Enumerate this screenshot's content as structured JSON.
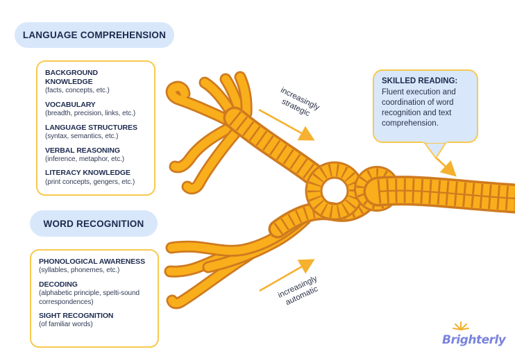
{
  "language_comprehension": {
    "badge_label": "LANGUAGE COMPREHENSION",
    "items": [
      {
        "title": "BACKGROUND KNOWLEDGE",
        "detail": "(facts, concepts, etc.)"
      },
      {
        "title": "VOCABULARY",
        "detail": "(breadth, precision, links, etc.)"
      },
      {
        "title": "LANGUAGE STRUCTURES",
        "detail": "(syntax, semantics, etc.)"
      },
      {
        "title": "VERBAL REASONING",
        "detail": "(inference, metaphor, etc.)"
      },
      {
        "title": "LITERACY KNOWLEDGE",
        "detail": "(print concepts, gengers, etc.)"
      }
    ]
  },
  "word_recognition": {
    "badge_label": "WORD RECOGNITION",
    "items": [
      {
        "title": "PHONOLOGICAL AWARENESS",
        "detail": "(syllables, phonemes, etc.)"
      },
      {
        "title": "DECODING",
        "detail": "(alphabetic principle, spelti-sound correspondences)"
      },
      {
        "title": "SIGHT RECOGNITION",
        "detail": "(of familiar words)"
      }
    ]
  },
  "skilled_reading": {
    "title": "SKILLED READING:",
    "description": "Fluent execution and coordination of word recognition and text comprehension."
  },
  "rope_labels": {
    "strategic_line1": "increasingly",
    "strategic_line2": "strategic",
    "automatic_line1": "increasingly",
    "automatic_line2": "automatic"
  },
  "logo": {
    "text": "Brighterly",
    "icon": "sun-rays-icon"
  },
  "colors": {
    "badge_bg": "#d9e7fb",
    "navy_text": "#1b2a4c",
    "box_border_yellow": "#f8c94e",
    "rope_fill": "#f9ae1b",
    "rope_outline": "#ce7a1f",
    "arrow_yellow": "#f5b12f",
    "logo_purple": "#7a84dd",
    "callout_bg": "#d9e7fb"
  }
}
